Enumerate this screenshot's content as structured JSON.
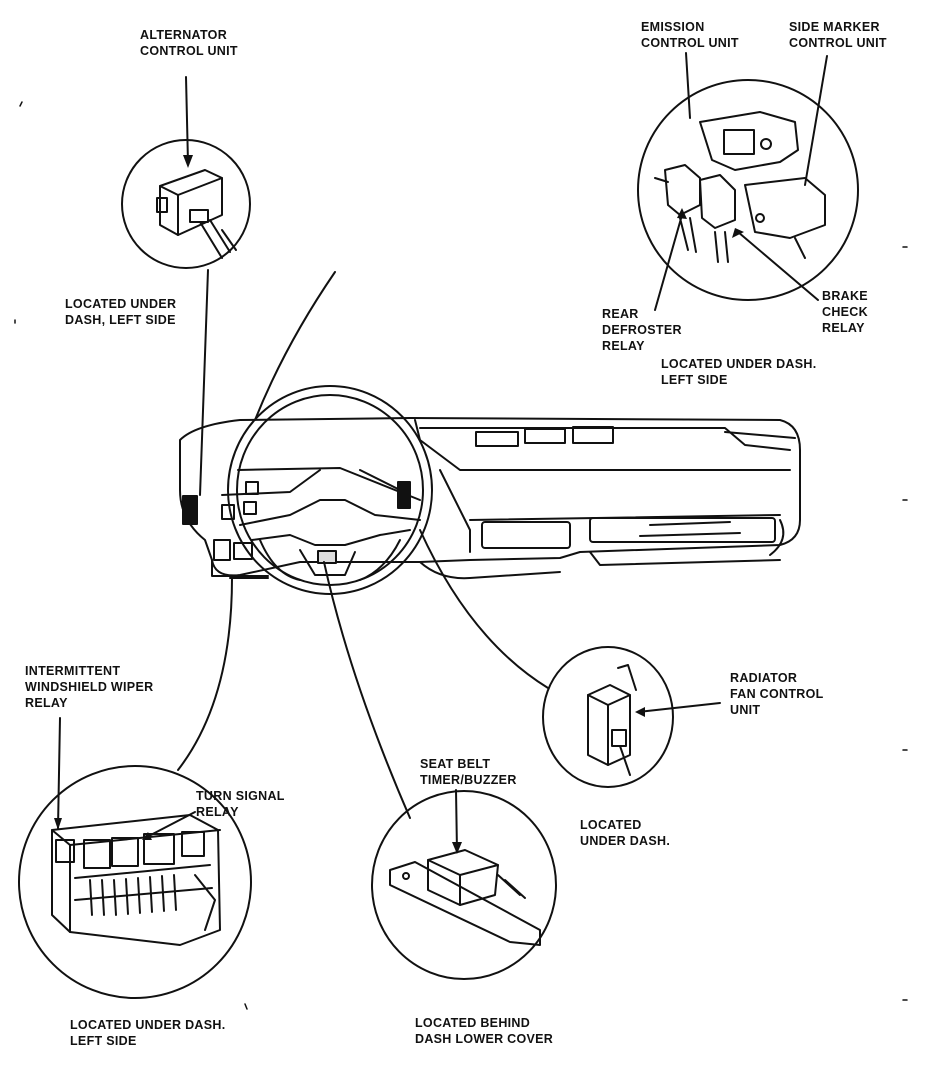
{
  "labels": {
    "alternator": [
      "ALTERNATOR",
      "CONTROL UNIT"
    ],
    "alternator_loc": [
      "LOCATED UNDER",
      "DASH, LEFT SIDE"
    ],
    "emission": [
      "EMISSION",
      "CONTROL UNIT"
    ],
    "side_marker": [
      "SIDE MARKER",
      "CONTROL UNIT"
    ],
    "rear_defroster": [
      "REAR",
      "DEFROSTER",
      "RELAY"
    ],
    "brake_check": [
      "BRAKE",
      "CHECK",
      "RELAY"
    ],
    "upper_right_loc": [
      "LOCATED UNDER DASH.",
      "LEFT SIDE"
    ],
    "radiator_fan": [
      "RADIATOR",
      "FAN CONTROL",
      "UNIT"
    ],
    "radiator_loc": [
      "LOCATED",
      "UNDER DASH."
    ],
    "wiper": [
      "INTERMITTENT",
      "WINDSHIELD WIPER",
      "RELAY"
    ],
    "turn_signal": [
      "TURN SIGNAL",
      "RELAY"
    ],
    "fusebox_loc": [
      "LOCATED UNDER DASH.",
      "LEFT SIDE"
    ],
    "seatbelt": [
      "SEAT BELT",
      "TIMER/BUZZER"
    ],
    "seatbelt_loc": [
      "LOCATED BEHIND",
      "DASH LOWER COVER"
    ]
  }
}
